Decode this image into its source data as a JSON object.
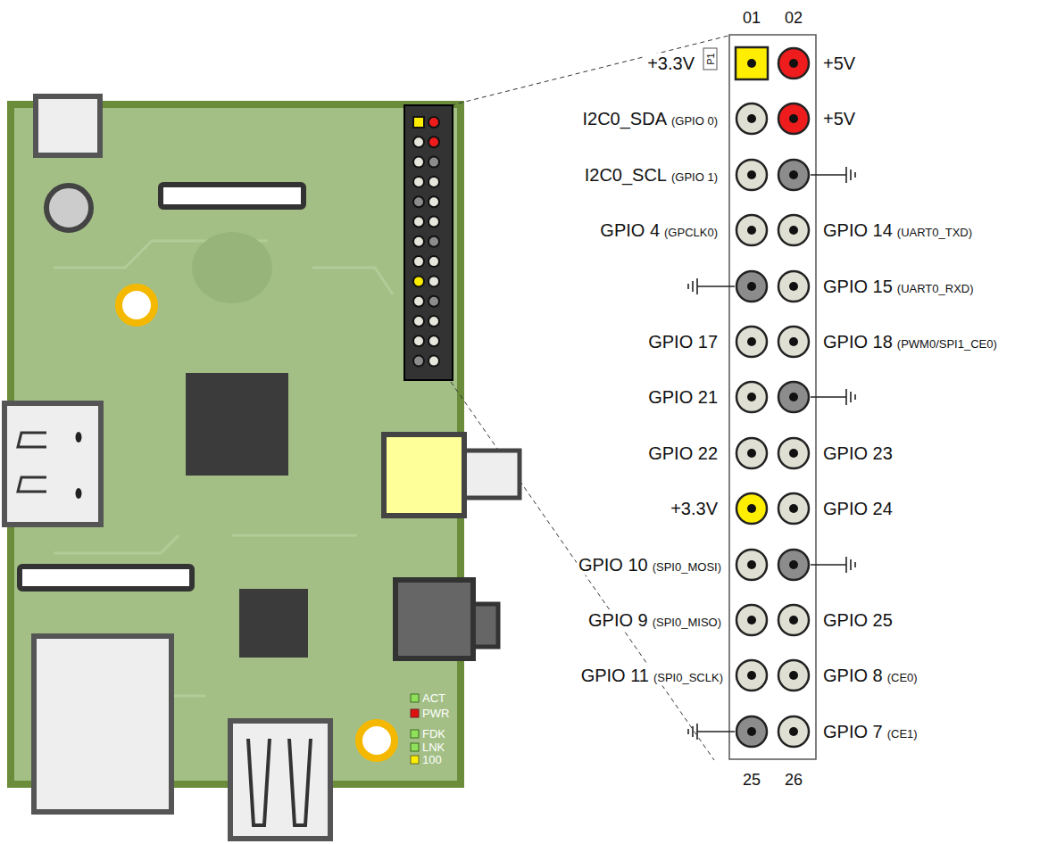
{
  "diagram": {
    "labels": [
      "01",
      "02",
      "P1",
      "+3.3V",
      "+5V",
      "I2C0_SDA",
      "(GPIO 0)",
      "+5V",
      "I2C0_SCL",
      "(GPIO 1)",
      "GPIO 4",
      "(GPCLK0)",
      "GPIO 14",
      "(UART0_TXD)",
      "GPIO 15",
      "(UART0_RXD)",
      "GPIO 17",
      "GPIO 18",
      "(PWM0/SPI1_CE0)",
      "GPIO 21",
      "GPIO 22",
      "GPIO 23",
      "+3.3V",
      "GPIO 24",
      "GPIO 10",
      "(SPI0_MOSI)",
      "GPIO 9",
      "(SPI0_MISO)",
      "GPIO 25",
      "GPIO 11",
      "(SPI0_SCLK)",
      "GPIO 8",
      "(CE0)",
      "GPIO 7",
      "(CE1)",
      "25",
      "26",
      "ACT",
      "PWR",
      "FDK",
      "LNK",
      "100"
    ]
  }
}
